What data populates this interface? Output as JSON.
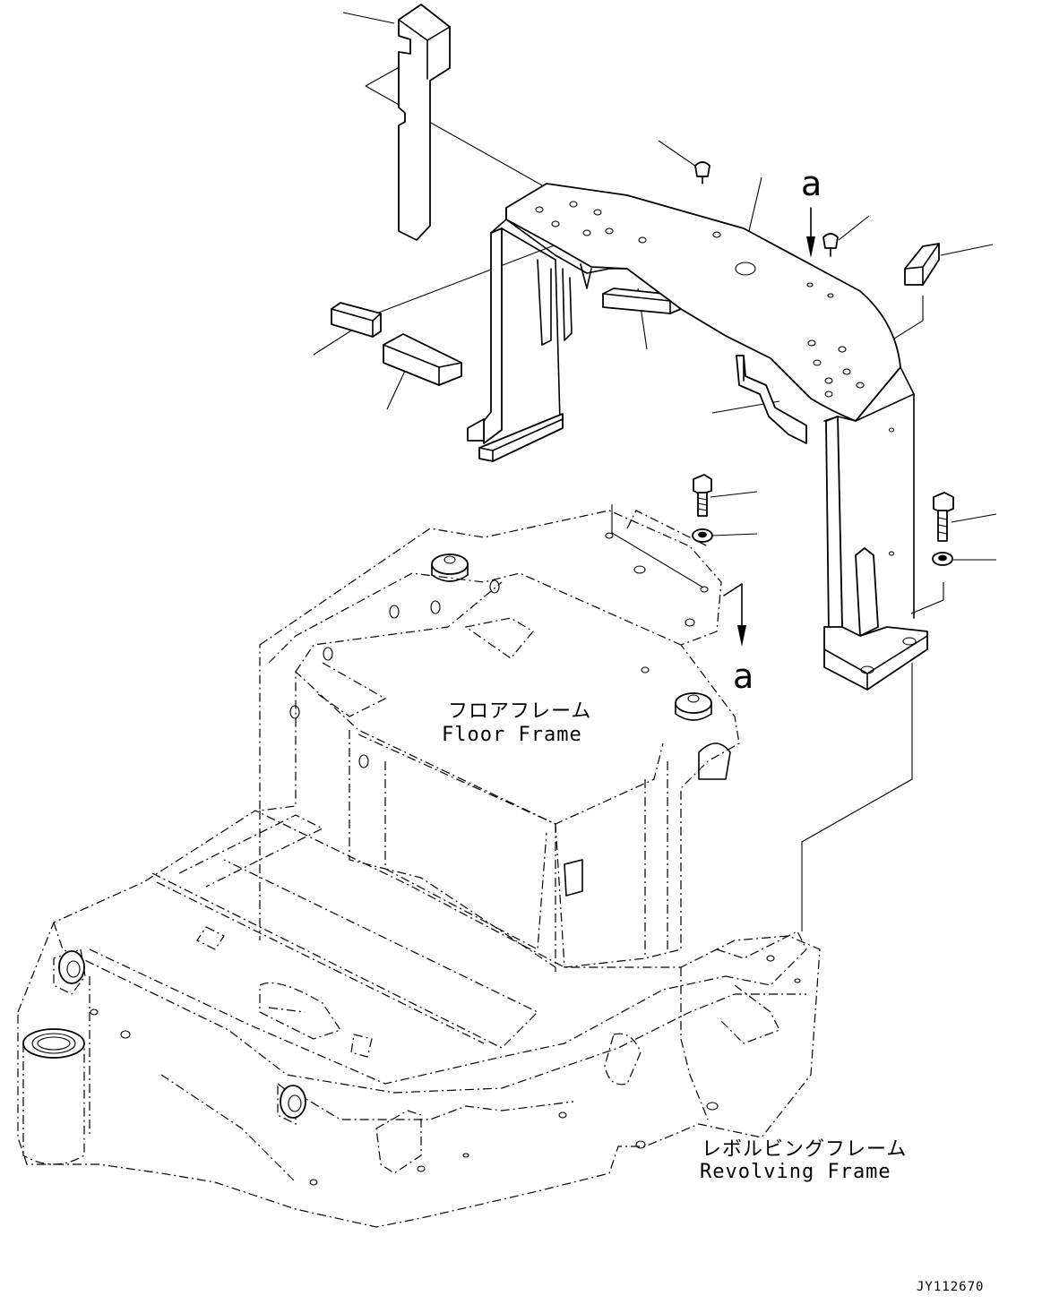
{
  "labels": {
    "floor_frame_jp": "フロアフレーム",
    "floor_frame_en": "Floor Frame",
    "revolving_frame_jp": "レボルビングフレーム",
    "revolving_frame_en": "Revolving Frame",
    "view_mark_top": "a",
    "view_mark_bottom": "a",
    "drawing_code": "JY112670"
  }
}
